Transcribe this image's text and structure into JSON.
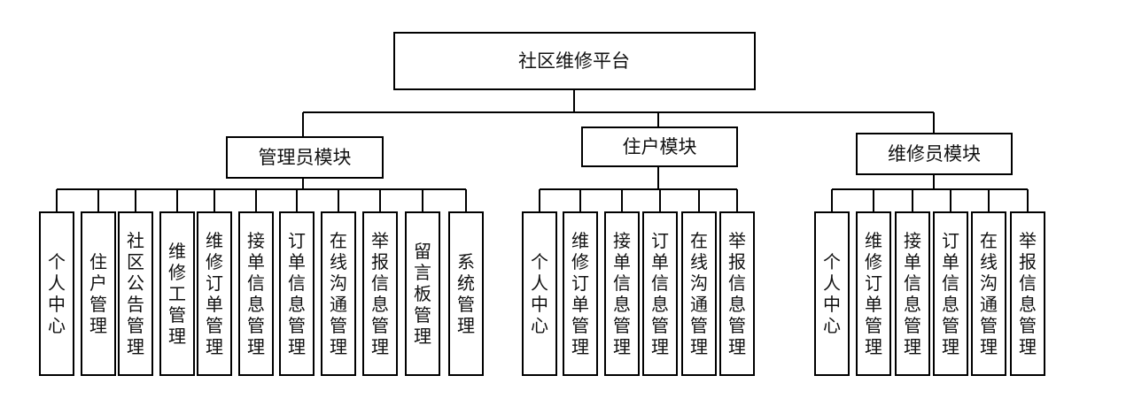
{
  "root": {
    "label": "社区维修平台"
  },
  "modules": [
    {
      "label": "管理员模块",
      "items": [
        "个人中心",
        "住户管理",
        "社区公告管理",
        "维修工管理",
        "维修订单管理",
        "接单信息管理",
        "订单信息管理",
        "在线沟通管理",
        "举报信息管理",
        "留言板管理",
        "系统管理"
      ]
    },
    {
      "label": "住户模块",
      "items": [
        "个人中心",
        "维修订单管理",
        "接单信息管理",
        "订单信息管理",
        "在线沟通管理",
        "举报信息管理"
      ]
    },
    {
      "label": "维修员模块",
      "items": [
        "个人中心",
        "维修订单管理",
        "接单信息管理",
        "订单信息管理",
        "在线沟通管理",
        "举报信息管理"
      ]
    }
  ]
}
